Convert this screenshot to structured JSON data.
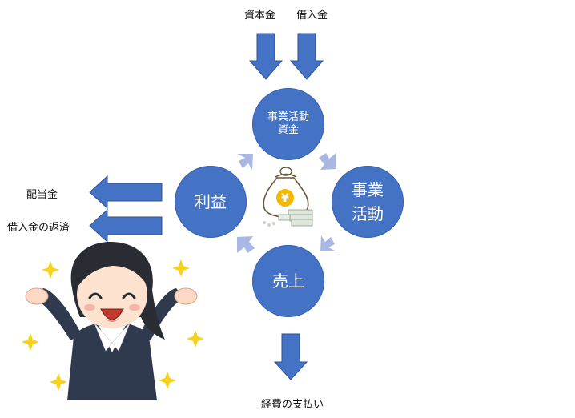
{
  "inputs": {
    "capital": "資本金",
    "loans": "借入金"
  },
  "cycle": {
    "funds": [
      "事業活動",
      "資金"
    ],
    "business": [
      "事業",
      "活動"
    ],
    "sales": "売上",
    "profit": "利益"
  },
  "outputs": {
    "dividends": "配当金",
    "loan_repayment": "借入金の返済",
    "expenses": "経費の支払い"
  },
  "icons": {
    "money": "money-bag-yen-icon",
    "person": "happy-businesswoman-illustration"
  },
  "colors": {
    "circle": "#4472c4",
    "arrow_big": "#4472c4",
    "arrow_small": "#a9b8e3",
    "yen": "#f5b800",
    "sparkle": "#f7d21a"
  }
}
